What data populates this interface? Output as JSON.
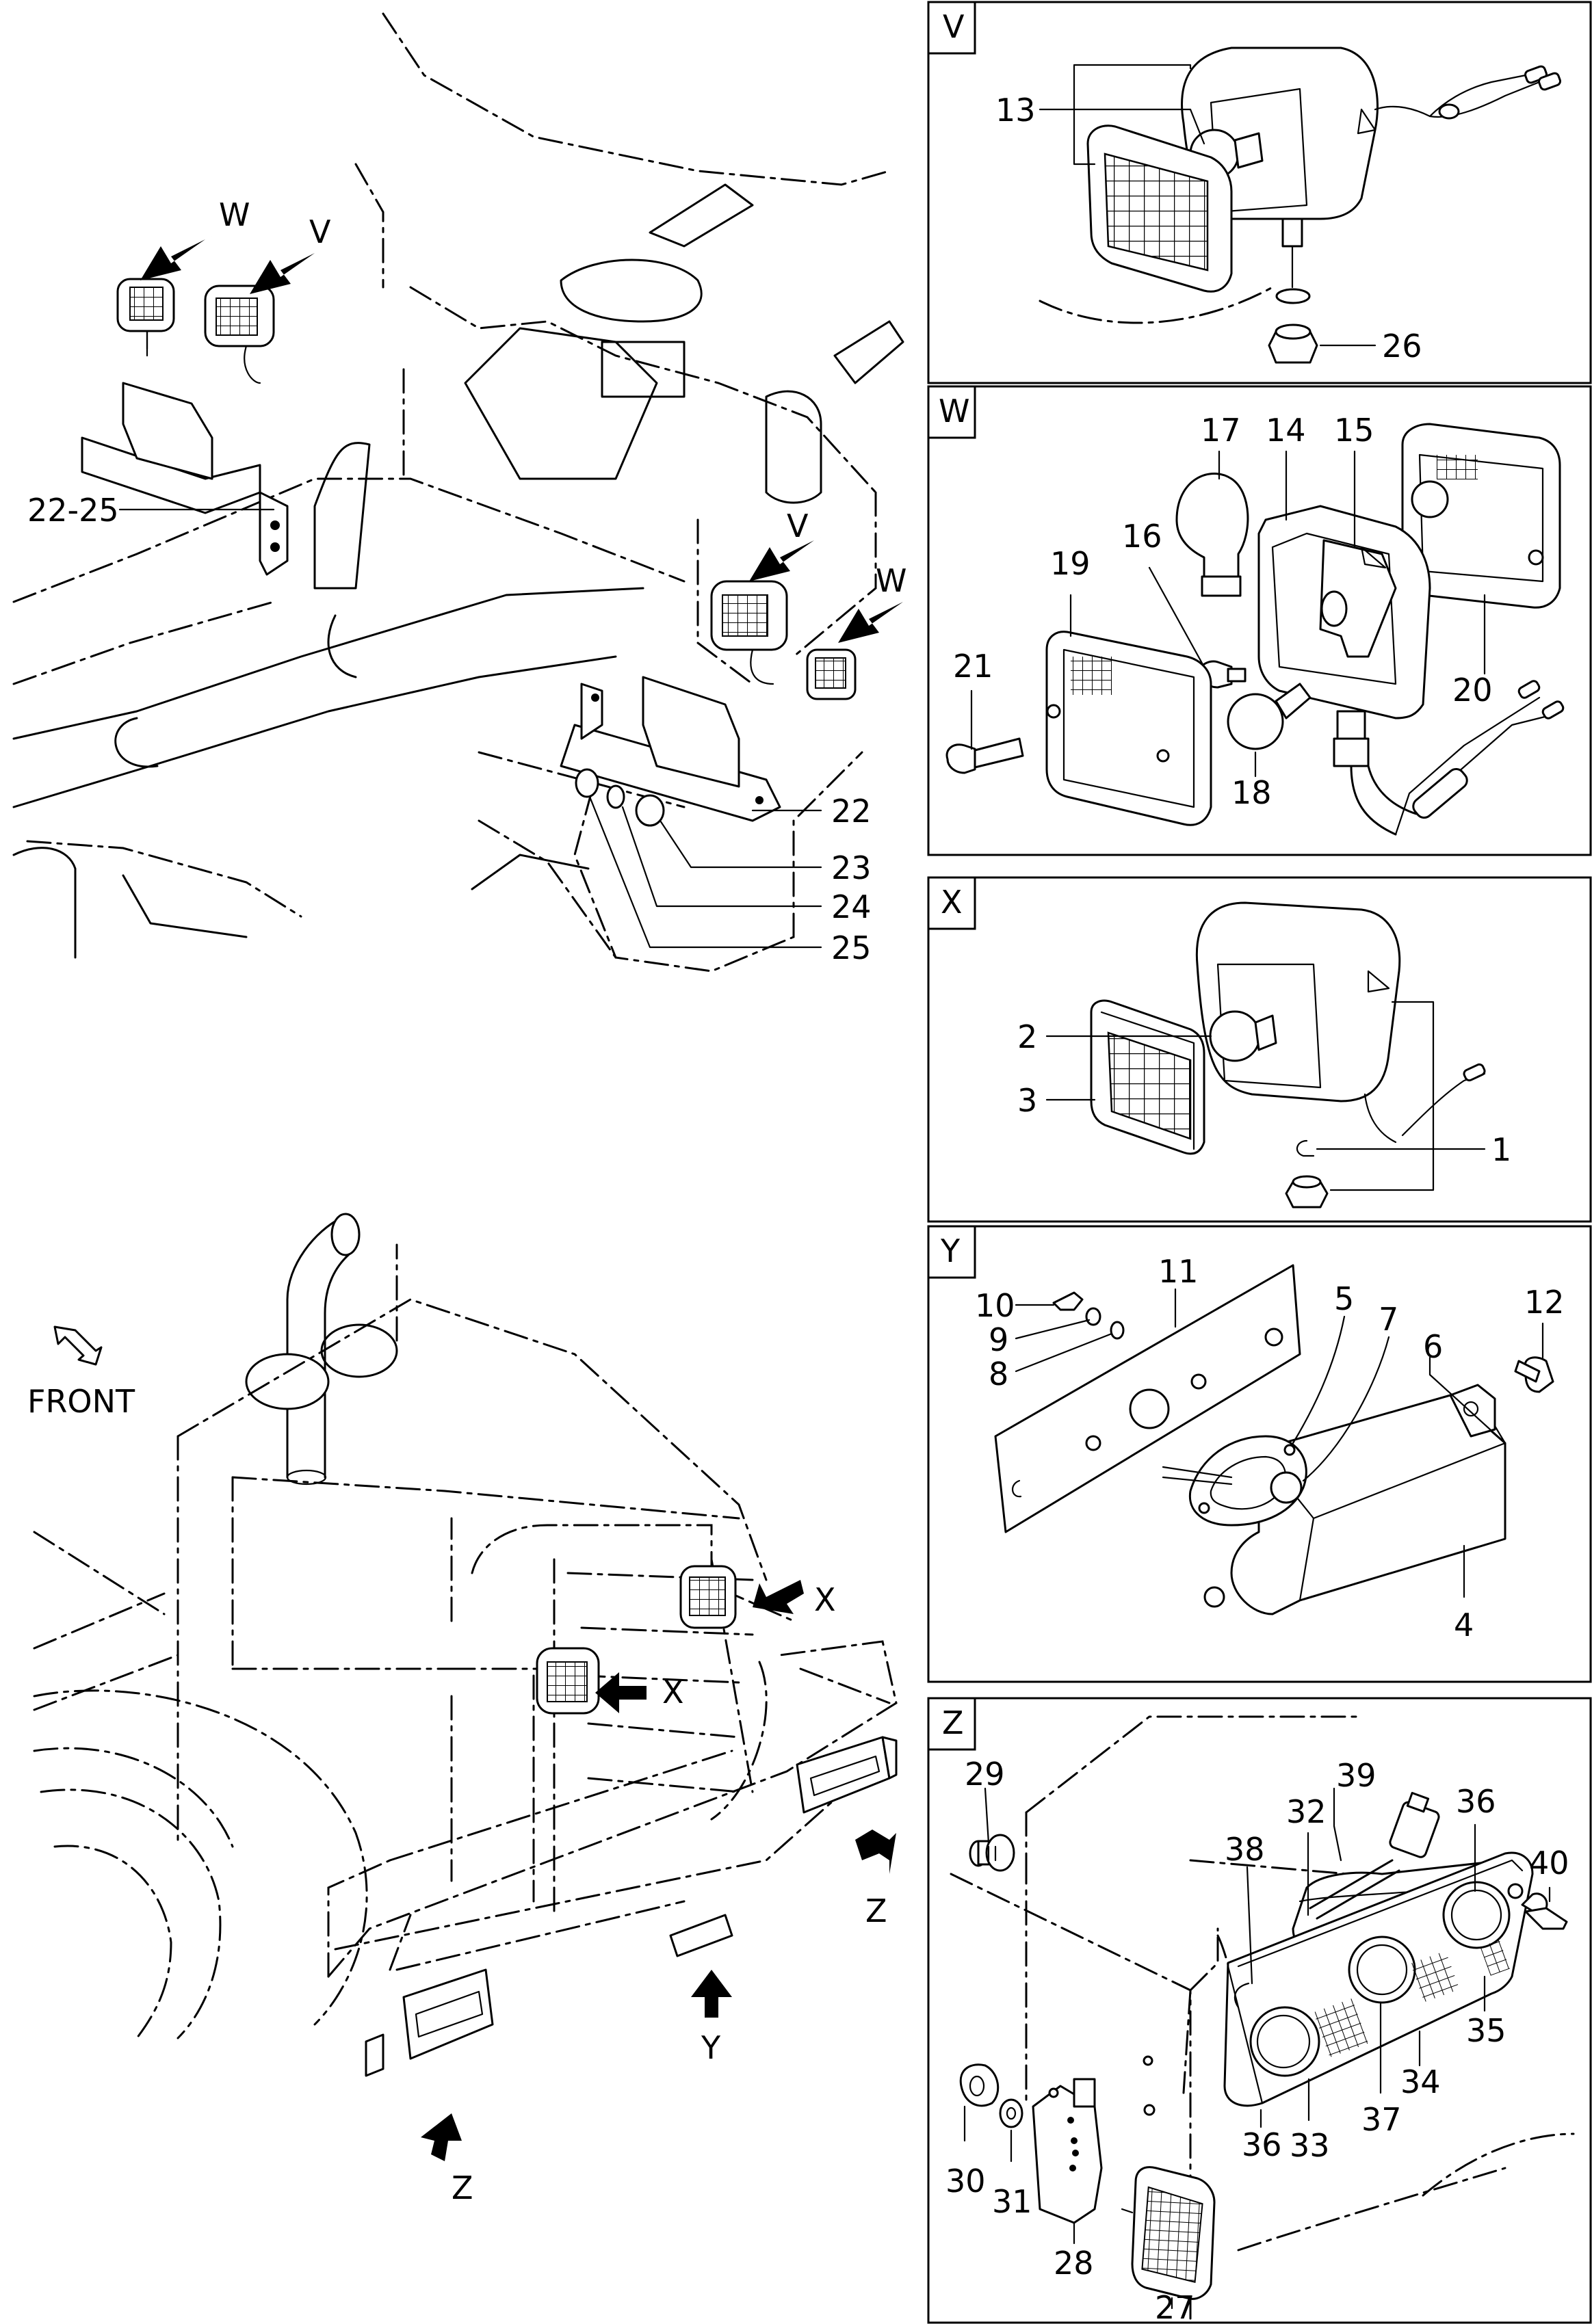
{
  "main_views": {
    "upper_arrows": [
      "W",
      "V",
      "V",
      "W"
    ],
    "lower_arrows": [
      "X",
      "X",
      "Z",
      "Y",
      "Z"
    ],
    "front_label": "FRONT",
    "callouts_upper": [
      "22-25",
      "22",
      "23",
      "24",
      "25"
    ]
  },
  "panels": [
    {
      "id": "V",
      "callouts": [
        "13",
        "26"
      ]
    },
    {
      "id": "W",
      "callouts": [
        "17",
        "14",
        "15",
        "16",
        "19",
        "21",
        "20",
        "18"
      ]
    },
    {
      "id": "X",
      "callouts": [
        "2",
        "3",
        "1"
      ]
    },
    {
      "id": "Y",
      "callouts": [
        "11",
        "10",
        "9",
        "8",
        "5",
        "7",
        "6",
        "12",
        "4"
      ]
    },
    {
      "id": "Z",
      "callouts": [
        "29",
        "39",
        "36",
        "32",
        "38",
        "40",
        "30",
        "31",
        "28",
        "27",
        "36",
        "33",
        "37",
        "34",
        "35"
      ]
    }
  ]
}
